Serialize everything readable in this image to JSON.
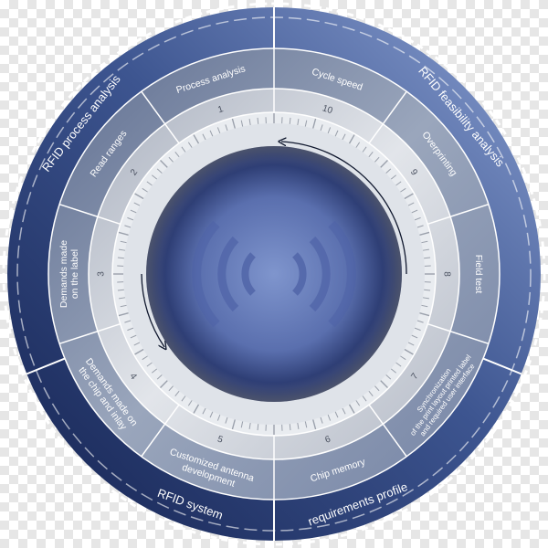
{
  "outer_ring": {
    "labels": [
      "RFID process analysis",
      "RFID feasibility analysis",
      "RFID system",
      "requirements profile"
    ]
  },
  "steps": [
    {
      "number": "1",
      "lines": [
        "Process analysis"
      ]
    },
    {
      "number": "2",
      "lines": [
        "Read ranges"
      ]
    },
    {
      "number": "3",
      "lines": [
        "Demands made",
        "on the label"
      ]
    },
    {
      "number": "4",
      "lines": [
        "Demands made on",
        "the chip and inlay"
      ]
    },
    {
      "number": "5",
      "lines": [
        "Customized antenna",
        "development"
      ]
    },
    {
      "number": "6",
      "lines": [
        "Chip memory"
      ]
    },
    {
      "number": "7",
      "lines": [
        "Synchronization",
        "of the print layout printed label",
        "and required user interface"
      ]
    },
    {
      "number": "8",
      "lines": [
        "Field test"
      ]
    },
    {
      "number": "9",
      "lines": [
        "Overprinting"
      ]
    },
    {
      "number": "10",
      "lines": [
        "Cycle speed"
      ]
    }
  ],
  "colors": {
    "outer_dark": "#1e3060",
    "outer_light": "#7f97cc",
    "segment_band": "#8d9ab2",
    "number_band": "#cfd3da",
    "hub_center": "#6f86c2",
    "hub_edge": "#15224a",
    "waves": "#5568a8"
  },
  "center_icon": "rfid-signal-waves-icon"
}
